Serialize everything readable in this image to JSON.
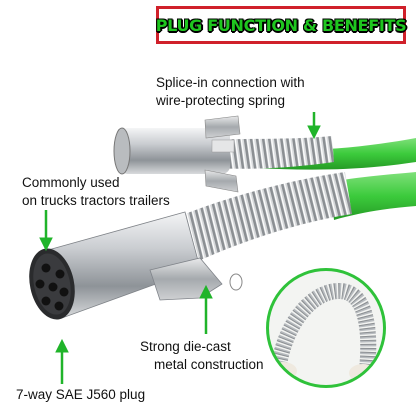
{
  "title": "PLUG FUNCTION & BENEFITS",
  "callouts": {
    "splice": [
      "Splice-in connection with",
      "wire-protecting spring"
    ],
    "trucks": [
      "Commonly used",
      "on trucks tractors trailers"
    ],
    "diecast": [
      "Strong die-cast",
      "metal construction"
    ],
    "plug": "7-way SAE J560 plug"
  },
  "colors": {
    "title_green": "#1fc61f",
    "title_border": "#d0202a",
    "arrow_green": "#20b42a",
    "cable_green": "#3ccb3c"
  }
}
